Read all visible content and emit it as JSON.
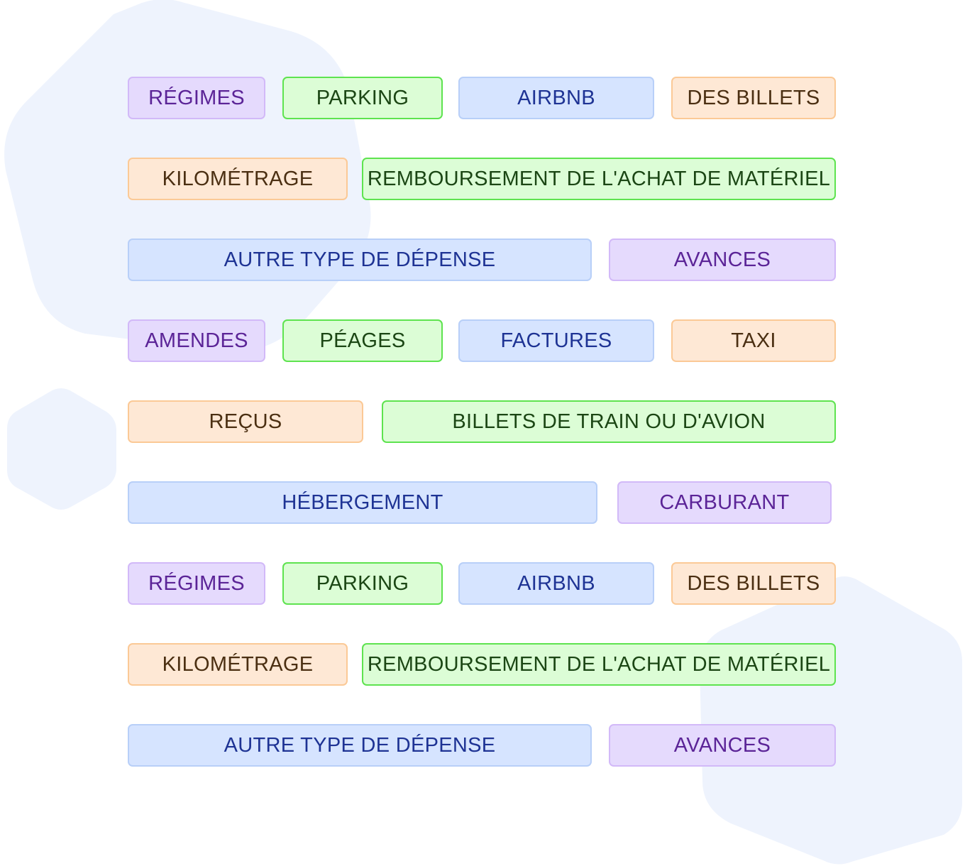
{
  "colors": {
    "purple_bg": "#e5dafd",
    "green_bg": "#dcfdd6",
    "blue_bg": "#d6e4ff",
    "orange_bg": "#fee8d5",
    "background_shape": "#eef3fd"
  },
  "rows": [
    [
      "RÉGIMES",
      "PARKING",
      "AIRBNB",
      "DES BILLETS"
    ],
    [
      "KILOMÉTRAGE",
      "REMBOURSEMENT DE L'ACHAT DE MATÉRIEL"
    ],
    [
      "AUTRE TYPE DE DÉPENSE",
      "AVANCES"
    ],
    [
      "AMENDES",
      "PÉAGES",
      "FACTURES",
      "TAXI"
    ],
    [
      "REÇUS",
      "BILLETS DE TRAIN OU D'AVION"
    ],
    [
      "HÉBERGEMENT",
      "CARBURANT"
    ],
    [
      "RÉGIMES",
      "PARKING",
      "AIRBNB",
      "DES BILLETS"
    ],
    [
      "KILOMÉTRAGE",
      "REMBOURSEMENT DE L'ACHAT DE MATÉRIEL"
    ],
    [
      "AUTRE TYPE DE DÉPENSE",
      "AVANCES"
    ]
  ]
}
